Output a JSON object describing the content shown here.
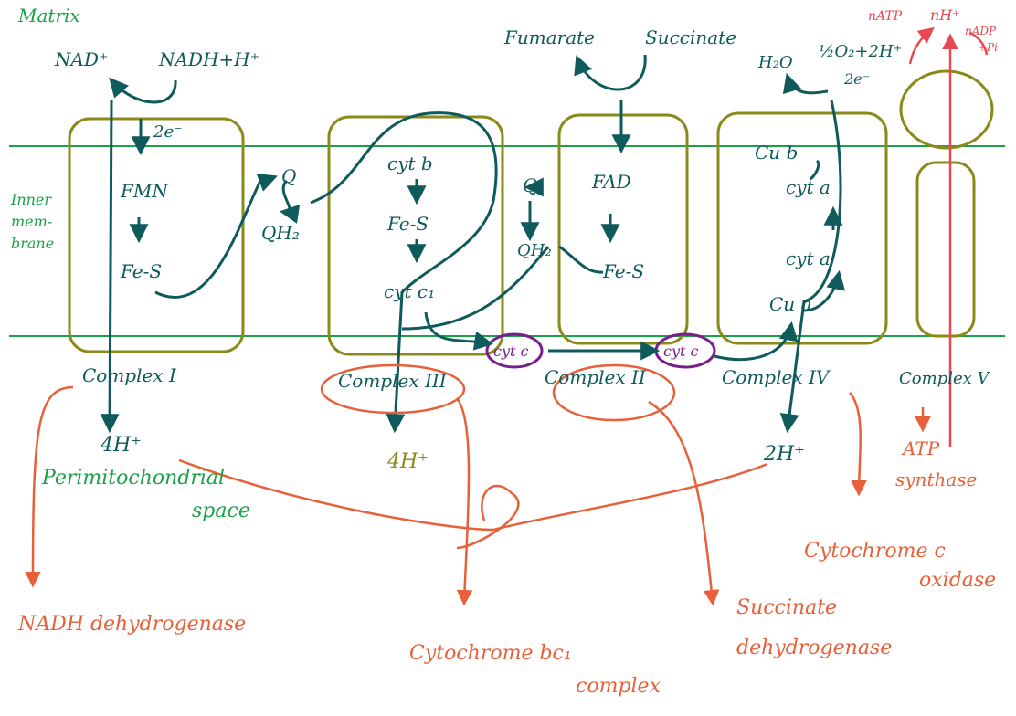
{
  "regions": {
    "matrix": "Matrix",
    "inner_membrane": [
      "Inner",
      "mem-",
      "brane"
    ],
    "intermembrane_space": [
      "Perimitochondrial",
      "space"
    ]
  },
  "complex1": {
    "label": "Complex I",
    "top_left": "NAD⁺",
    "top_right": "NADH+H⁺",
    "electrons": "2e⁻",
    "step1": "FMN",
    "step2": "Fe-S",
    "protons": "4H⁺",
    "enzyme": "NADH dehydrogenase"
  },
  "quinone": {
    "q": "Q",
    "qh2": "QH₂"
  },
  "complex3": {
    "label": "Complex III",
    "step1": "cyt b",
    "step2": "Fe-S",
    "step3": "cyt c₁",
    "protons": "4H⁺",
    "enzyme": [
      "Cytochrome bc₁",
      "complex"
    ]
  },
  "cytc": {
    "left": "cyt c",
    "right": "cyt c"
  },
  "complex2": {
    "label": "Complex II",
    "top_left": "Fumarate",
    "top_right": "Succinate",
    "q": "Q",
    "qh2": "QH₂",
    "step1": "FAD",
    "step2": "Fe-S",
    "enzyme": [
      "Succinate",
      "dehydrogenase"
    ]
  },
  "complex4": {
    "label": "Complex IV",
    "water": "H₂O",
    "oxygen": "½O₂+2H⁺",
    "electrons": "2e⁻",
    "step1": "Cu b",
    "step2": "cyt a",
    "step3": "cyt a",
    "step4": "Cu a",
    "protons": "2H⁺",
    "enzyme": [
      "Cytochrome c",
      "oxidase"
    ]
  },
  "complex5": {
    "label": "Complex V",
    "top_atp": "nATP",
    "top_h": "nH⁺",
    "top_adp": "nADP",
    "top_pi": "+Pi",
    "enzyme": [
      "ATP",
      "synthase"
    ]
  },
  "colors": {
    "teal": "#0f5a5a",
    "green": "#1aa14a",
    "olive": "#8a8a1a",
    "orange": "#e8603a",
    "purple": "#7a1e8e",
    "red": "#e8484f"
  }
}
